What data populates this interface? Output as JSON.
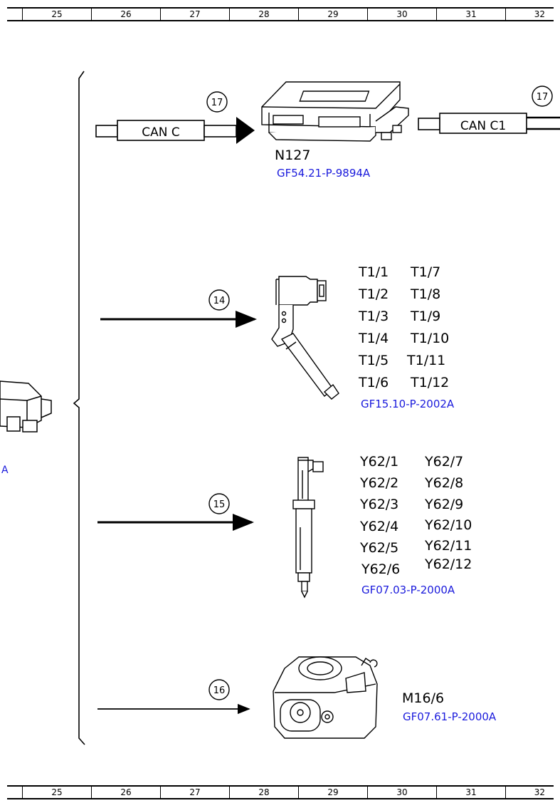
{
  "ruler": {
    "columns": [
      "25",
      "26",
      "27",
      "28",
      "29",
      "30",
      "31",
      "32"
    ]
  },
  "partial_link": "A",
  "rows": [
    {
      "callout": "17",
      "bus_label": "CAN C",
      "bus_label_out": "CAN C1",
      "callout_out": "17",
      "component": "N127",
      "reference": "GF54.21-P-9894A"
    },
    {
      "callout": "14",
      "components_left": [
        "T1/1",
        "T1/2",
        "T1/3",
        "T1/4",
        "T1/5",
        "T1/6"
      ],
      "components_right": [
        "T1/7",
        "T1/8",
        "T1/9",
        "T1/10",
        "T1/11",
        "T1/12"
      ],
      "reference": "GF15.10-P-2002A"
    },
    {
      "callout": "15",
      "components_left": [
        "Y62/1",
        "Y62/2",
        "Y62/3",
        "Y62/4",
        "Y62/5",
        "Y62/6"
      ],
      "components_right": [
        "Y62/7",
        "Y62/8",
        "Y62/9",
        "Y62/10",
        "Y62/11",
        "Y62/12"
      ],
      "reference": "GF07.03-P-2000A"
    },
    {
      "callout": "16",
      "component": "M16/6",
      "reference": "GF07.61-P-2000A"
    }
  ],
  "colors": {
    "link": "#1a1adc",
    "ink": "#000000"
  }
}
